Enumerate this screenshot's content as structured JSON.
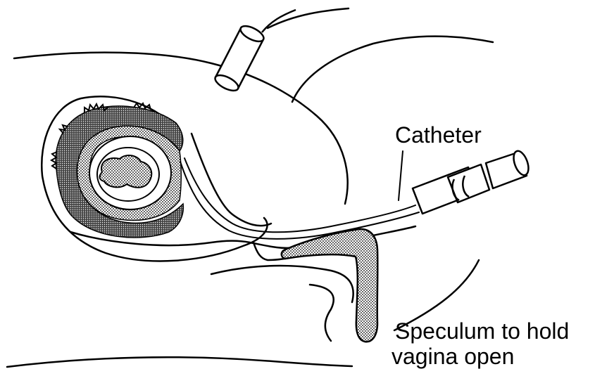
{
  "labels": {
    "catheter": "Catheter",
    "speculum_line1": "Speculum to hold",
    "speculum_line2": "vagina open"
  },
  "colors": {
    "ink": "#000000",
    "paper": "#ffffff",
    "placenta_fill": "#5a5a5a",
    "stipple_fill": "#c8c8c8"
  }
}
